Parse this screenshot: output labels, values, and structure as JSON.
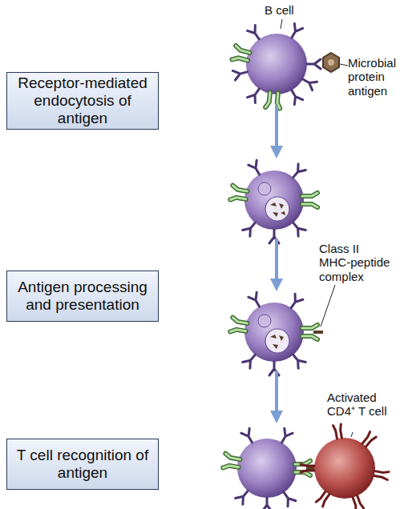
{
  "diagram": {
    "nodes": [
      {
        "text": [
          "Receptor-mediated endocytosis of antigen"
        ]
      },
      {
        "text": [
          "Antigen processing and presentation"
        ]
      },
      {
        "text": [
          "T cell recognition of antigen"
        ]
      }
    ],
    "labels": [
      "B cell",
      "Microbial protein antigen",
      "Class II MHC-peptide complex",
      "Activated CD4⁺ T cell"
    ]
  }
}
